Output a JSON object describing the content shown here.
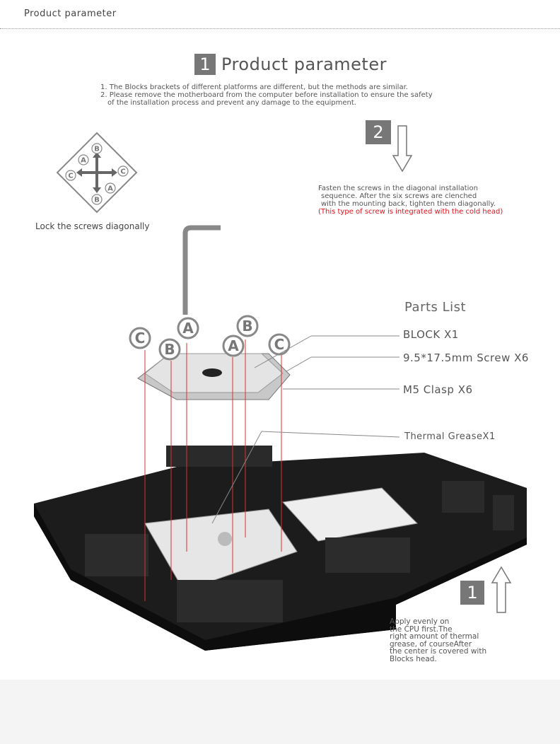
{
  "header": {
    "title": "Product parameter"
  },
  "section": {
    "step_number": "1",
    "title": "Product parameter"
  },
  "notes": [
    "1. The Blocks  brackets of different platforms are different, but the methods are similar.",
    "2. Please remove the motherboard from the computer before installation to ensure the safety",
    "of the installation process and prevent any damage to the equipment."
  ],
  "step2": {
    "number": "2",
    "text": [
      "Fasten the screws in the diagonal installation",
      "sequence. After the six screws are clenched",
      "with the mounting back, tighten them diagonally."
    ],
    "note": "(This type of screw is integrated with the cold head)"
  },
  "lock_diagram": {
    "caption": "Lock the screws diagonally",
    "letters": [
      "A",
      "B",
      "C",
      "A",
      "B",
      "C"
    ]
  },
  "screw_labels": [
    "C",
    "B",
    "A",
    "A",
    "B",
    "C"
  ],
  "parts_list": {
    "title": "Parts List",
    "items": [
      "BLOCK X1",
      "9.5*17.5mm Screw X6",
      "M5 Clasp X6",
      "Thermal GreaseX1"
    ]
  },
  "step1": {
    "number": "1",
    "text": [
      "Apply evenly on",
      "the CPU first.The",
      "right amount of thermal",
      "grease, of courseAfter",
      "the center is covered with",
      "Blocks  head."
    ]
  },
  "colors": {
    "step_box": "#777777",
    "red_note": "#e0101a",
    "screw_line": "#e03030",
    "board": "#1c1c1c"
  }
}
